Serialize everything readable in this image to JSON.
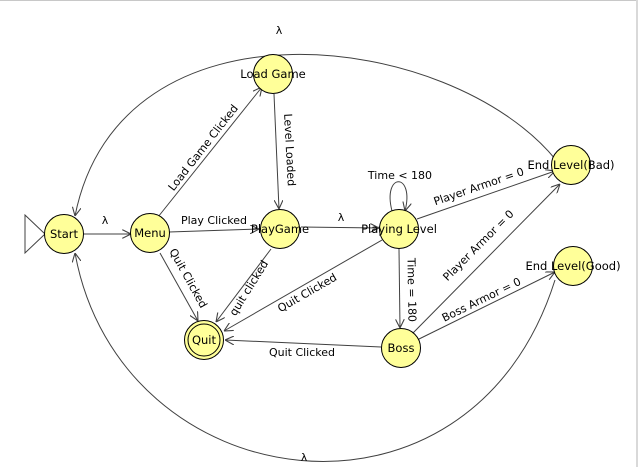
{
  "diagram": {
    "states": {
      "start": "Start",
      "menu": "Menu",
      "load_game": "Load Game",
      "play_game": "PlayGame",
      "playing_level": "Playing Level",
      "quit": "Quit",
      "boss": "Boss",
      "end_bad": "End Level(Bad)",
      "end_good": "End Level(Good)"
    },
    "transitions": {
      "start_menu": "λ",
      "menu_load": "Load Game Clicked",
      "load_play": "Level Loaded",
      "menu_play": "Play Clicked",
      "play_level": "λ",
      "level_self": "Time < 180",
      "level_bad": "Player Armor = 0",
      "level_boss": "Time = 180",
      "boss_bad": "Player Armor = 0",
      "boss_good": "Boss Armor = 0",
      "menu_quit": "Quit Clicked",
      "play_quit": "quit clicked",
      "level_quit": "Quit Clicked",
      "boss_quit": "Quit Clicked",
      "bad_start": "λ",
      "good_start": "λ"
    },
    "initial_state": "start",
    "final_states": [
      "quit"
    ],
    "colors": {
      "state_fill": "#ffff99",
      "edge": "#404040"
    }
  }
}
